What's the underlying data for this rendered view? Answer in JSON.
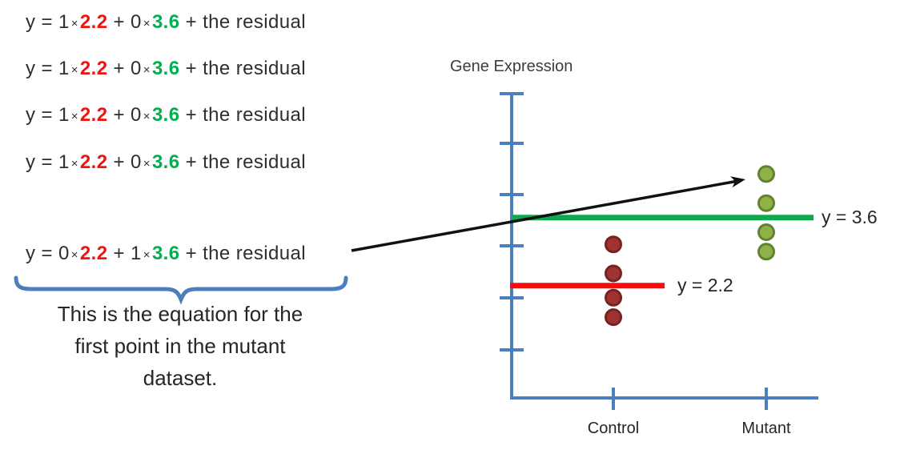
{
  "page": {
    "background": "#ffffff"
  },
  "equations": {
    "lead": "y = ",
    "times": "×",
    "control_mean": "2.2",
    "plus": " + ",
    "mutant_mean": "3.6",
    "tail": " + the residual",
    "rows": [
      {
        "control_coef": "1",
        "mutant_coef": "0"
      },
      {
        "control_coef": "1",
        "mutant_coef": "0"
      },
      {
        "control_coef": "1",
        "mutant_coef": "0"
      },
      {
        "control_coef": "1",
        "mutant_coef": "0"
      },
      {
        "control_coef": "0",
        "mutant_coef": "1"
      }
    ]
  },
  "caption": {
    "lines": [
      "This is the equation for the",
      "first point in the mutant",
      "dataset."
    ]
  },
  "chart_data": {
    "type": "scatter",
    "title": "Gene Expression",
    "categories": [
      "Control",
      "Mutant"
    ],
    "series": [
      {
        "name": "Control",
        "values": [
          3.05,
          2.45,
          1.95,
          1.55
        ],
        "dot_fill": "#9e3432",
        "dot_stroke": "#772220"
      },
      {
        "name": "Mutant",
        "values": [
          4.5,
          3.9,
          3.3,
          2.9
        ],
        "dot_fill": "#8fb148",
        "dot_stroke": "#5f8430"
      }
    ],
    "reference_lines": [
      {
        "label": "y = 2.2",
        "value": 2.2,
        "color": "#f70d0c"
      },
      {
        "label": "y = 3.6",
        "value": 3.6,
        "color": "#0ea84e"
      }
    ],
    "xlabel": "",
    "ylabel": "",
    "ylim": [
      0,
      6.3
    ],
    "yticks_unlabeled": [
      1,
      2,
      3,
      4,
      5,
      6
    ],
    "grid": false,
    "legend": false,
    "axis_color": "#4a7ebc",
    "annotations": [
      {
        "type": "arrow",
        "description": "arrow from the bottom equation to the first (top) Mutant data point"
      }
    ]
  },
  "colors": {
    "accent_blue": "#4a7ebc",
    "equation_red": "#ee1411",
    "equation_green": "#00b050",
    "text_dark": "#2e2e2e",
    "arrow_black": "#111111"
  }
}
